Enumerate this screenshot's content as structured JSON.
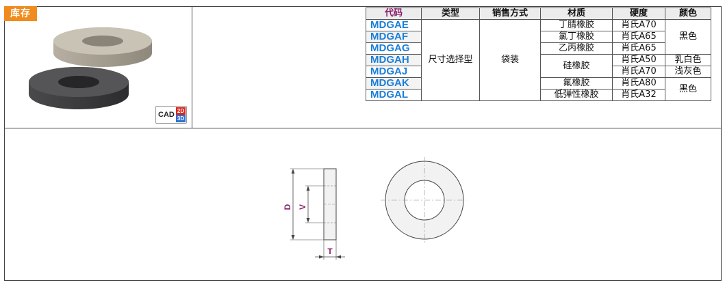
{
  "badge": {
    "stock": "库存"
  },
  "cad": {
    "label": "CAD",
    "two_d": "2D",
    "three_d": "3D"
  },
  "table": {
    "headers": [
      "代码",
      "类型",
      "销售方式",
      "材质",
      "硬度",
      "颜色"
    ],
    "codes": [
      "MDGAE",
      "MDGAF",
      "MDGAG",
      "MDGAH",
      "MDGAJ",
      "MDGAK",
      "MDGAL"
    ],
    "type": "尺寸选择型",
    "sale": "袋装",
    "materials": [
      "丁腈橡胶",
      "氯丁橡胶",
      "乙丙橡胶",
      "硅橡胶",
      "氟橡胶",
      "低弹性橡胶"
    ],
    "hardness": [
      "肖氏A70",
      "肖氏A65",
      "肖氏A65",
      "肖氏A50",
      "肖氏A70",
      "肖氏A80",
      "肖氏A32"
    ],
    "colors": [
      "黑色",
      "乳白色",
      "浅灰色",
      "黑色"
    ]
  },
  "drawing": {
    "d": "D",
    "v": "V",
    "t": "T"
  },
  "colors": {
    "badge": "#f08c1e",
    "code": "#1c7fd8",
    "header_code": "#8b1a6b",
    "dimension": "#8b1a6b"
  }
}
